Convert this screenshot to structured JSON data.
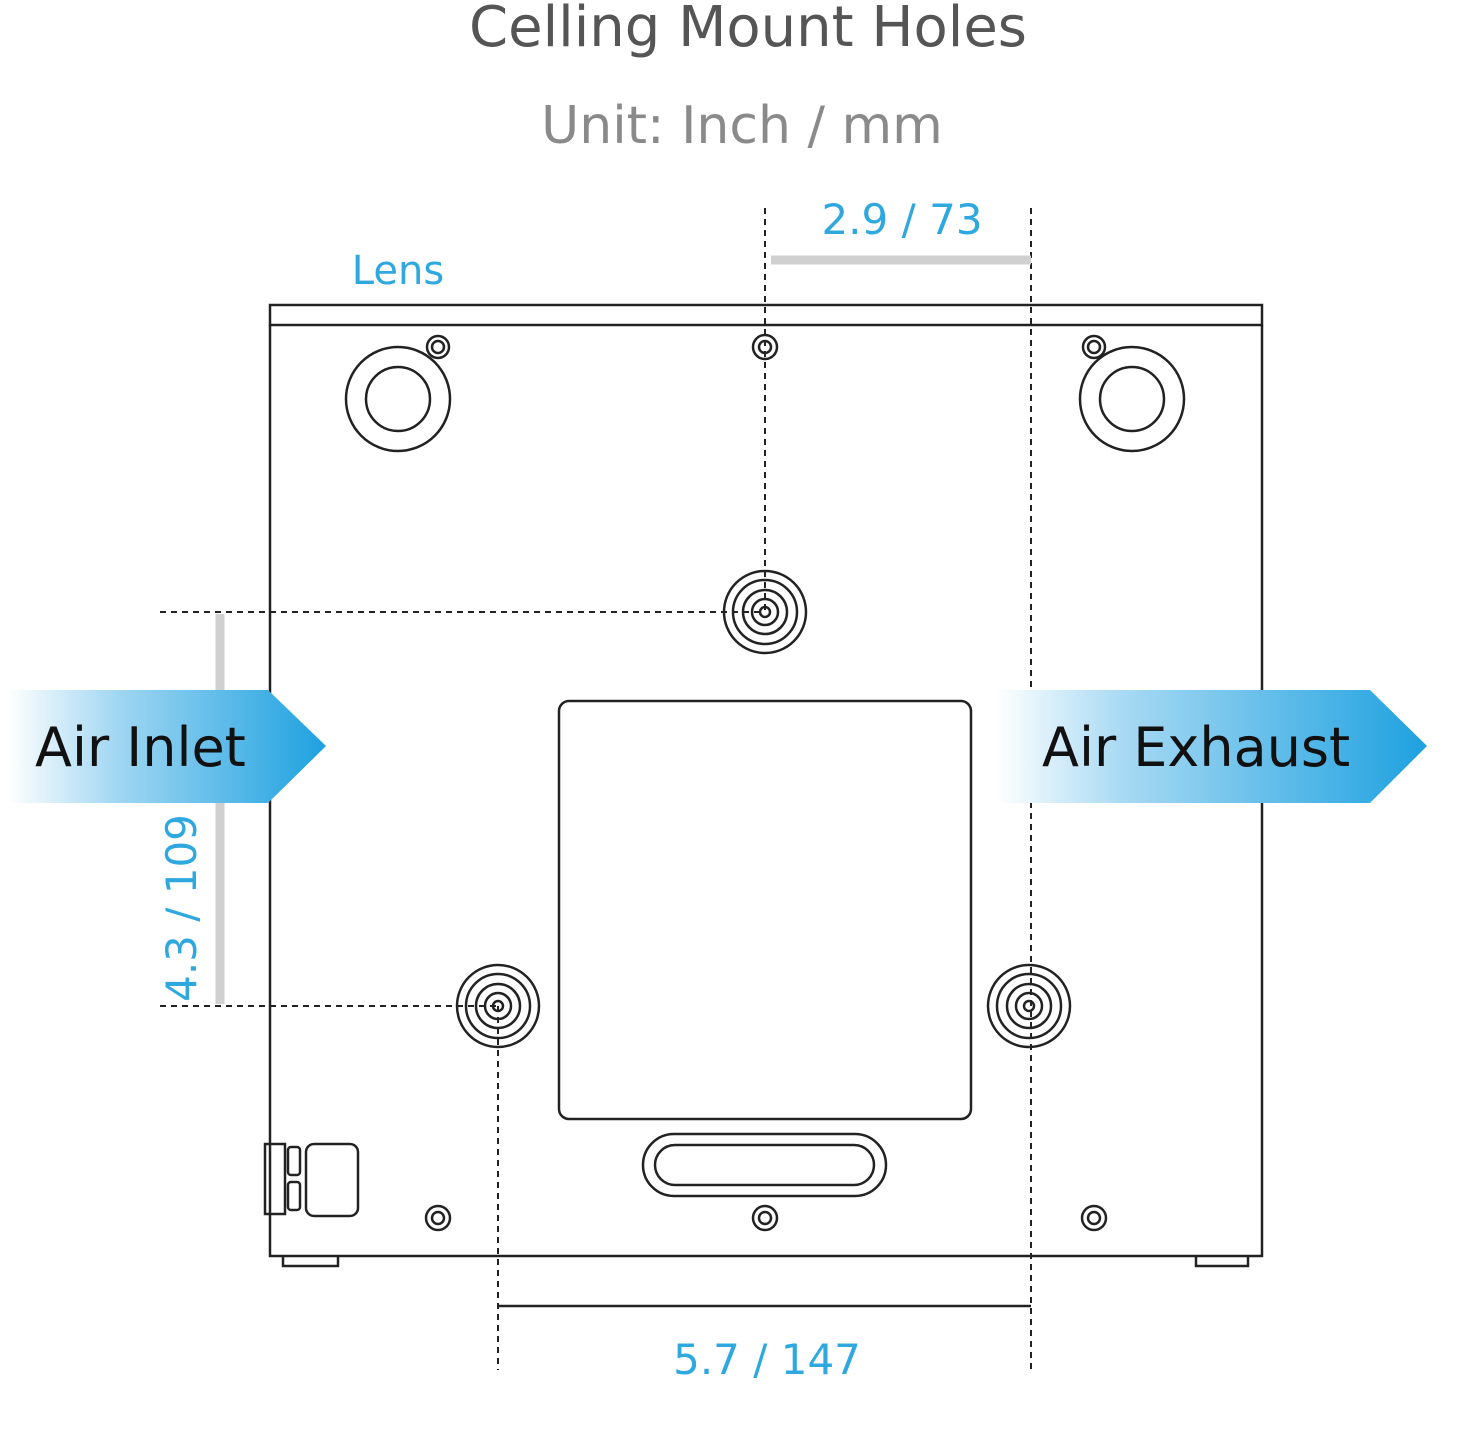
{
  "title": "Celling Mount Holes",
  "unit": "Unit: Inch / mm",
  "lens_label": "Lens",
  "dimensions": {
    "top": "2.9 / 73",
    "side": "4.3 / 109",
    "bottom": "5.7 / 147"
  },
  "arrows": {
    "inlet": "Air Inlet",
    "exhaust": "Air Exhaust"
  },
  "colors": {
    "accent": "#2fa8e0",
    "title": "#555555",
    "subtitle": "#8a8a8a",
    "outline": "#222222"
  }
}
